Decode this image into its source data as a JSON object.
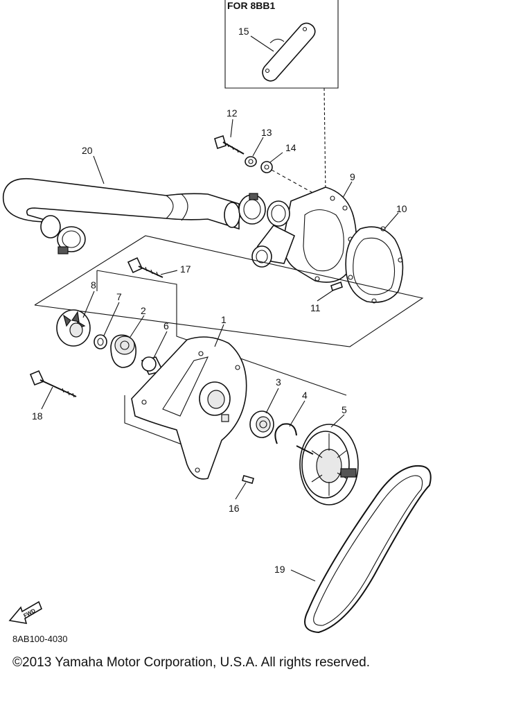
{
  "inset": {
    "title": "FOR 8BB1"
  },
  "callouts": [
    {
      "id": "15",
      "text": "15"
    },
    {
      "id": "12",
      "text": "12"
    },
    {
      "id": "13",
      "text": "13"
    },
    {
      "id": "14",
      "text": "14"
    },
    {
      "id": "20",
      "text": "20"
    },
    {
      "id": "9",
      "text": "9"
    },
    {
      "id": "10",
      "text": "10"
    },
    {
      "id": "17",
      "text": "17"
    },
    {
      "id": "8",
      "text": "8"
    },
    {
      "id": "7",
      "text": "7"
    },
    {
      "id": "2",
      "text": "2"
    },
    {
      "id": "6",
      "text": "6"
    },
    {
      "id": "1",
      "text": "1"
    },
    {
      "id": "11",
      "text": "11"
    },
    {
      "id": "3",
      "text": "3"
    },
    {
      "id": "4",
      "text": "4"
    },
    {
      "id": "5",
      "text": "5"
    },
    {
      "id": "18",
      "text": "18"
    },
    {
      "id": "16",
      "text": "16"
    },
    {
      "id": "19",
      "text": "19"
    }
  ],
  "fwd_badge": "FWD",
  "diagram_code": "8AB100-4030",
  "copyright": "©2013 Yamaha Motor Corporation, U.S.A. All rights reserved."
}
